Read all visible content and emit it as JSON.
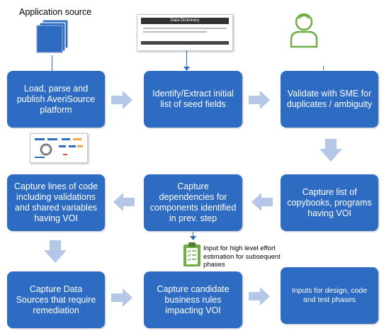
{
  "labels": {
    "application_source": "Application source",
    "data_dictionary_title": "Data Dictionary",
    "vol_note": "Input for high level effort estimation for subsequent phases"
  },
  "boxes": {
    "load_parse": "Load, parse and publish AveriSource platform",
    "identify_extract": "Identify/Extract initial list of seed fields",
    "validate_sme": "Validate with SME for duplicates / ambiguity",
    "capture_copybooks": "Capture list of copybooks, programs having VOI",
    "capture_dependencies": "Capture dependencies for components identified in prev. step",
    "capture_lines": "Capture lines of code including validations and shared variables having VOI",
    "capture_sources": "Capture Data Sources that require remediation",
    "capture_rules": "Capture candidate business rules impacting VOI",
    "inputs_design": "Inputs for design, code and test phases"
  },
  "colors": {
    "box": "#2e6cc4",
    "arrow": "#b4c7e7",
    "person": "#70ad47",
    "clipboard": "#70ad47"
  },
  "icons": [
    "document-stack-icon",
    "data-dictionary-thumbnail",
    "person-icon",
    "platform-screenshot-thumbnail",
    "clipboard-checklist-icon"
  ]
}
